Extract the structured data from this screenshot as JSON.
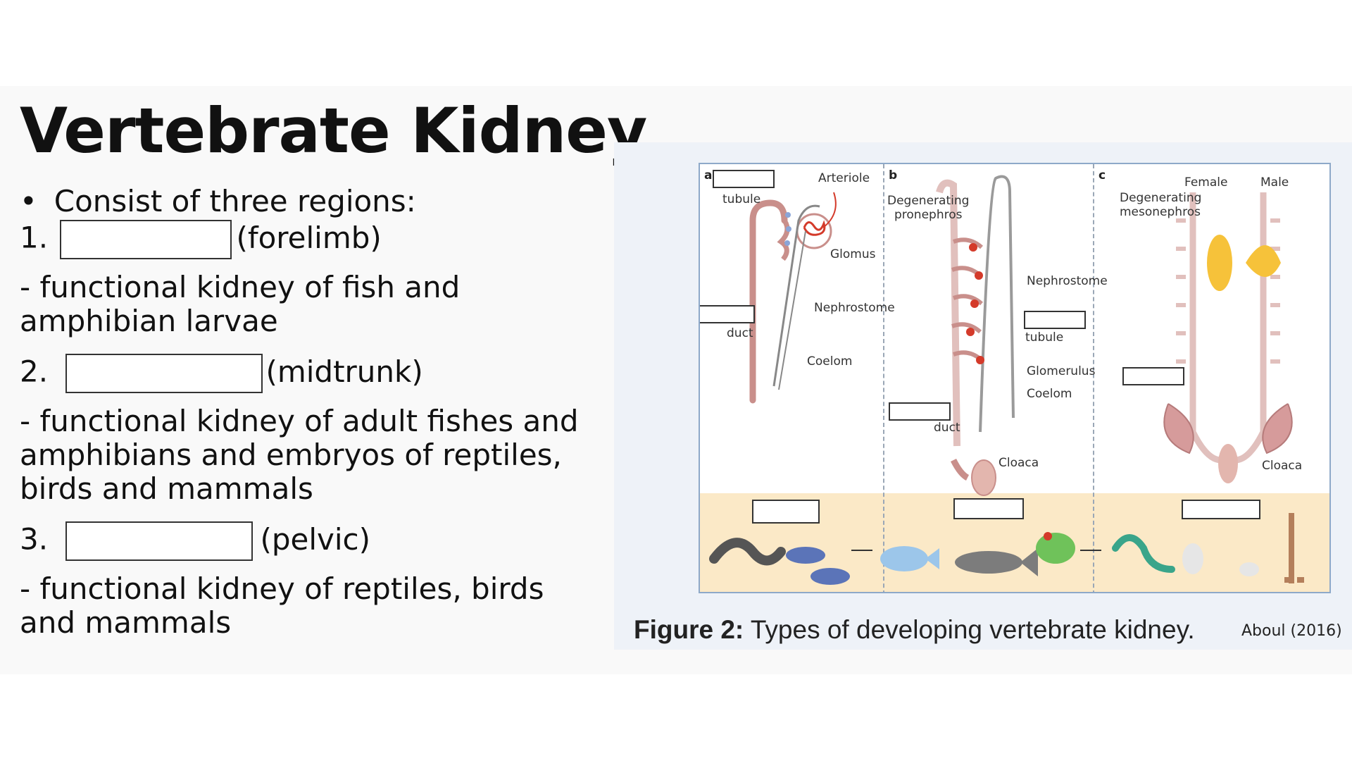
{
  "slide": {
    "title": "Vertebrate Kidney",
    "bullet": "Consist of three regions:",
    "items": [
      {
        "number": "1.",
        "region": "(forelimb)",
        "description": "- functional kidney of fish and amphibian larvae"
      },
      {
        "number": "2.",
        "region": "(midtrunk)",
        "description": "- functional kidney of adult fishes and amphibians and embryos of reptiles, birds and mammals"
      },
      {
        "number": "3.",
        "region": "(pelvic)",
        "description": "- functional kidney of reptiles, birds and mammals"
      }
    ]
  },
  "figure": {
    "panels": [
      {
        "letter": "a",
        "labels": [
          "tubule",
          "Arteriole",
          "Glomus",
          "Nephrostome",
          "duct",
          "Coelom"
        ]
      },
      {
        "letter": "b",
        "labels": [
          "Degenerating",
          "pronephros",
          "Nephrostome",
          "tubule",
          "Glomerulus",
          "Coelom",
          "duct",
          "Cloaca"
        ]
      },
      {
        "letter": "c",
        "labels": [
          "Degenerating",
          "mesonephros",
          "Female",
          "Male",
          "Cloaca"
        ]
      }
    ],
    "caption_bold": "Figure 2:",
    "caption_text": " Types of developing vertebrate kidney.",
    "credit": "Aboul (2016)"
  },
  "colors": {
    "kidney": "#c98f8b",
    "blood": "#d43a2a",
    "gonad": "#f6c23a",
    "band": "#fbe9c7",
    "figure_border": "#8ea9c9"
  }
}
